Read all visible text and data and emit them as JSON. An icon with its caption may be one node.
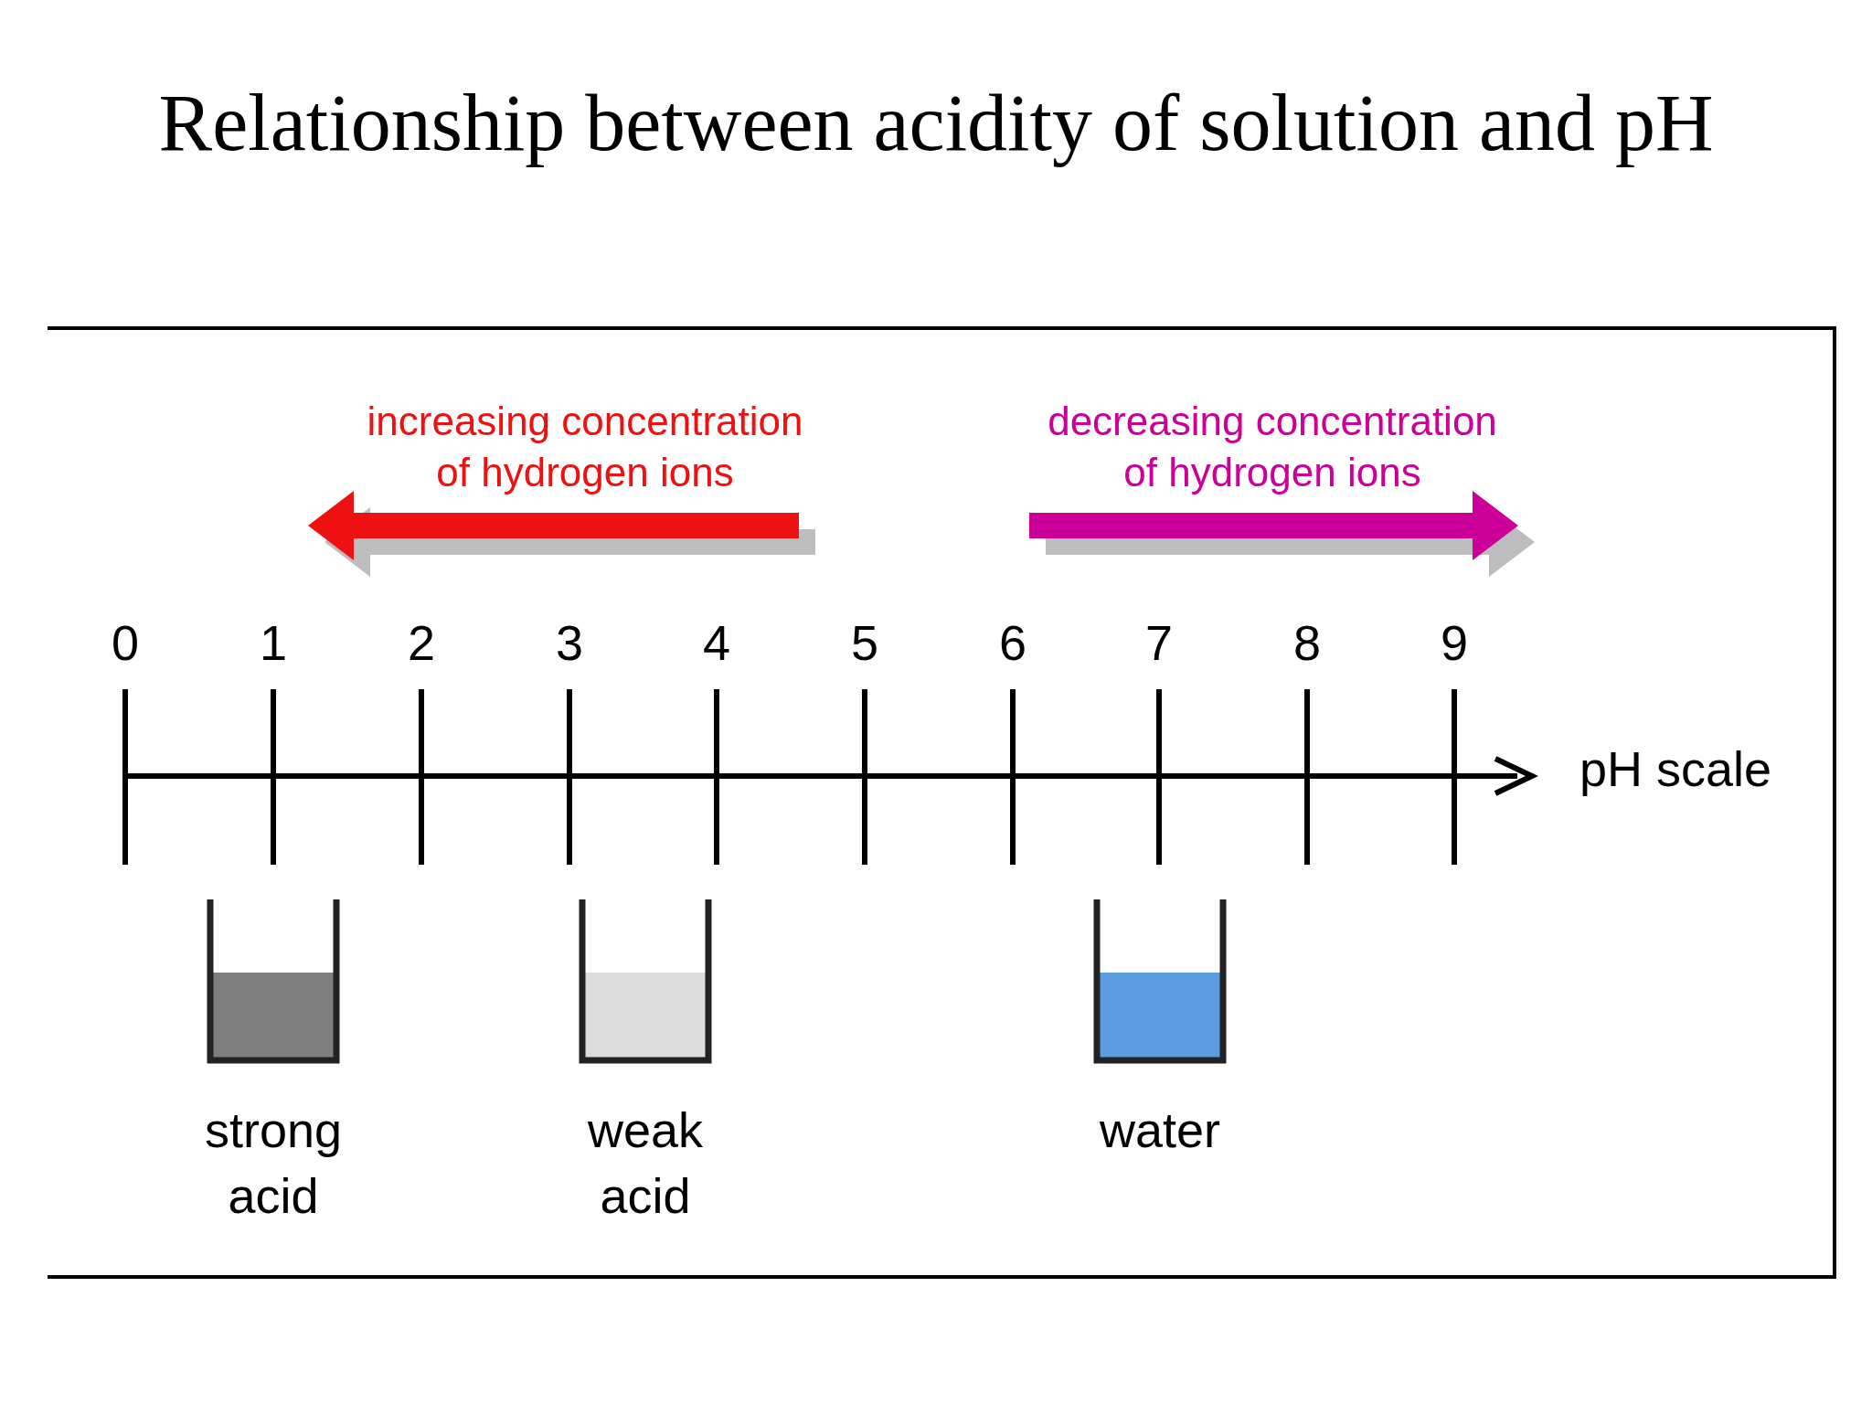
{
  "diagram": {
    "title": "Relationship between acidity of solution and pH",
    "nodes": [
      {
        "text": [],
        "shape": "box",
        "beside": [
          "strong acid"
        ]
      },
      {
        "text": [],
        "shape": "box",
        "beside": [
          "weak acid"
        ]
      },
      {
        "text": [],
        "shape": "box",
        "beside": [
          "water"
        ]
      }
    ],
    "labels": [
      "increasing concentration of hydrogen ions",
      "decreasing concentration of hydrogen ions",
      "0",
      "1",
      "2",
      "3",
      "4",
      "5",
      "6",
      "7",
      "8",
      "9",
      "pH scale"
    ]
  }
}
